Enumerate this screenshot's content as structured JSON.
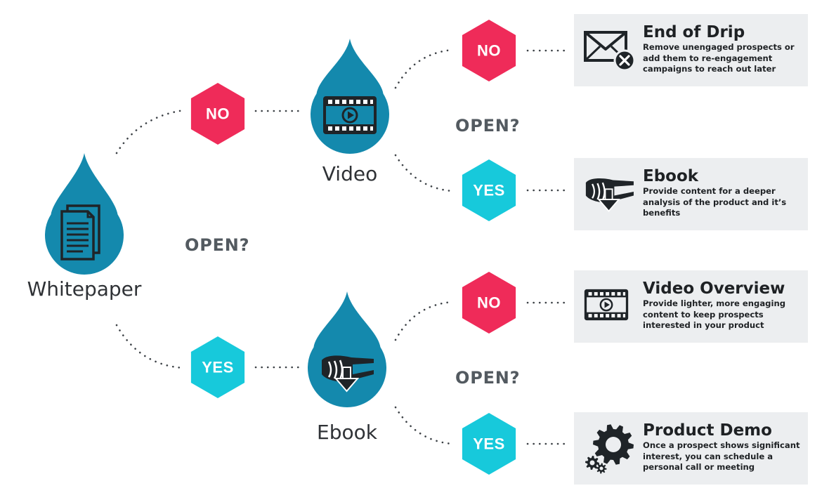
{
  "colors": {
    "no": "#ef2b59",
    "yes": "#17c9db",
    "drop": "#1489ad",
    "card_bg": "#eceef0",
    "icon_dark": "#1f2428",
    "dots": "#3c4146",
    "question": "#535a60"
  },
  "start": {
    "label": "Whitepaper",
    "icon": "document-icon"
  },
  "first_question": "OPEN?",
  "first_branches": {
    "no": "NO",
    "yes": "YES"
  },
  "upper_branch": {
    "drop_label": "Video",
    "icon": "video-icon",
    "question": "OPEN?",
    "no": "NO",
    "yes": "YES"
  },
  "lower_branch": {
    "drop_label": "Ebook",
    "icon": "ebook-download-icon",
    "question": "OPEN?",
    "no": "NO",
    "yes": "YES"
  },
  "outcomes": [
    {
      "title": "End of Drip",
      "description": "Remove unengaged prospects or add them to re-engagement campaigns to reach out later",
      "icon": "envelope-close-icon"
    },
    {
      "title": "Ebook",
      "description": "Provide content for a deeper analysis of the product and it’s benefits",
      "icon": "ebook-download-icon"
    },
    {
      "title": "Video Overview",
      "description": "Provide lighter, more engaging content to keep prospects interested in your product",
      "icon": "video-icon"
    },
    {
      "title": "Product Demo",
      "description": "Once a prospect shows significant interest, you can schedule a personal call or meeting",
      "icon": "gears-icon"
    }
  ]
}
